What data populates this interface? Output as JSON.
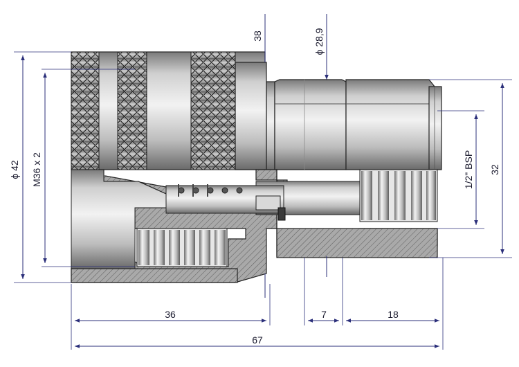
{
  "dimensions": {
    "dia_outer": "ϕ 42",
    "thread": "M36 x 2",
    "dia_38": "38",
    "dia_28_9": "ϕ 28,9",
    "thread_bsp": "1/2\" BSP",
    "dim_32": "32",
    "len_36": "36",
    "len_7": "7",
    "len_18": "18",
    "len_67": "67"
  },
  "colors": {
    "line": "#2b2f7a",
    "steel_light": "#e4e4e4",
    "steel_dark": "#6e6e6e",
    "section": "#a8a8a8"
  }
}
